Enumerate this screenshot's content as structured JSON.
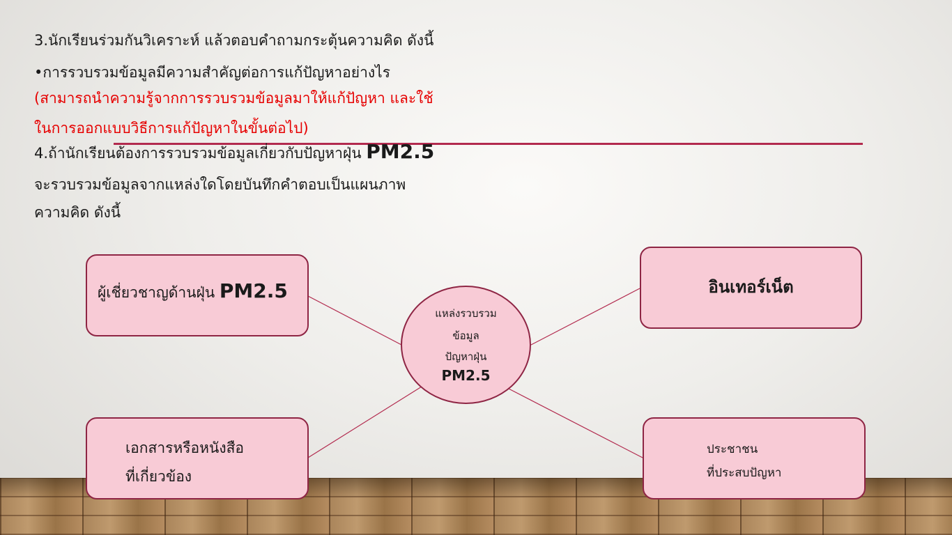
{
  "slide": {
    "line1": "3.นักเรียนร่วมกันวิเคราะห์ แล้วตอบคำถามกระตุ้นความคิด ดังนี้",
    "bullet": "•",
    "question": "การรวบรวมข้อมูลมีความสำคัญต่อการแก้ปัญหาอย่างไร",
    "answer1": "(สามารถนำความรู้จากการรวบรวมข้อมูลมาให้แก้ปัญหา และใช้",
    "answer2": "ในการออกแบบวิธีการแก้ปัญหาในขั้นต่อไป)",
    "line4a": "4.ถ้านักเรียนต้องการรวบรวมข้อมูลเกี่ยวกับปัญหาฝุ่น ",
    "line4pm": "PM2.5",
    "line4b": "จะรวบรวมข้อมูลจากแหล่งใดโดยบันทึกคำตอบเป็นแผนภาพ",
    "line4c": "ความคิด ดังนี้"
  },
  "diagram": {
    "center": {
      "l1": "แหล่งรวบรวม",
      "l2": "ข้อมูล",
      "l3": "ปัญหาฝุ่น",
      "l4": "PM2.5"
    },
    "expert": {
      "text": "ผู้เชี่ยวชาญด้านฝุ่น ",
      "pm": "PM2.5"
    },
    "internet": {
      "text": "อินเทอร์เน็ต"
    },
    "documents": {
      "l1": "เอกสารหรือหนังสือ",
      "l2": "ที่เกี่ยวข้อง"
    },
    "people": {
      "l1": "ประชาชน",
      "l2": "ที่ประสบปัญหา"
    }
  },
  "colors": {
    "box_fill": "#f8cbd6",
    "box_border": "#8e2544",
    "answer_text": "#e60000",
    "rule": "#b22a4e"
  }
}
